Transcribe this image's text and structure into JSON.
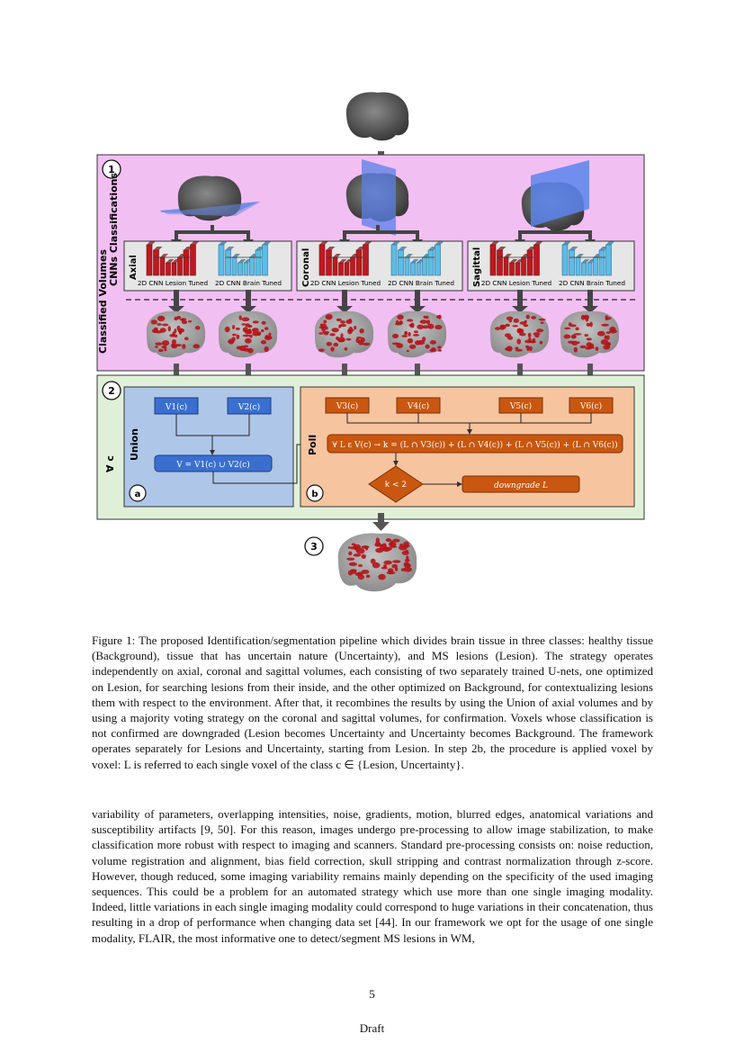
{
  "figure": {
    "step_labels": [
      "1",
      "2",
      "3"
    ],
    "section1": {
      "vertical_labels": [
        "CNNs Classifications",
        "Classified Volumes"
      ],
      "views": [
        {
          "name": "Axial",
          "cnn_lesion": "2D CNN Lesion Tuned",
          "cnn_brain": "2D CNN Brain Tuned"
        },
        {
          "name": "Coronal",
          "cnn_lesion": "2D CNN Lesion Tuned",
          "cnn_brain": "2D CNN Brain Tuned"
        },
        {
          "name": "Sagittal",
          "cnn_lesion": "2D CNN Lesion Tuned",
          "cnn_brain": "2D CNN Brain Tuned"
        }
      ]
    },
    "section2": {
      "forall_label": "∀ c",
      "union": {
        "title": "Union",
        "corner": "a",
        "v1": "V1(c)",
        "v2": "V2(c)",
        "formula": "V = V1(c) ∪ V2(c)"
      },
      "poll": {
        "title": "Poll",
        "corner": "b",
        "v3": "V3(c)",
        "v4": "V4(c)",
        "v5": "V5(c)",
        "v6": "V6(c)",
        "formula": "∀ L ε V(c)  → k = (L ∩ V3(c)) + (L ∩ V4(c)) + (L ∩ V5(c)) + (L ∩ V6(c))",
        "decision": "k < 2",
        "action": "downgrade L"
      }
    }
  },
  "caption": "Figure 1:   The proposed Identification/segmentation pipeline which divides brain tissue in three classes: healthy tissue (Background), tissue that has uncertain nature (Uncertainty), and MS lesions (Lesion). The strategy operates independently on axial, coronal and sagittal volumes, each consisting of two separately trained U-nets, one optimized on Lesion, for searching lesions from their inside, and the other optimized on Background, for contextualizing lesions them with respect to the environment. After that, it recombines the results by using the Union of axial volumes and by using a majority voting strategy on the coronal and sagittal volumes, for confirmation.  Voxels whose classification is not confirmed are downgraded (Lesion becomes Uncertainty and Uncertainty becomes Background.  The framework operates separately for Lesions and Uncertainty, starting from Lesion.  In step 2b, the procedure is applied voxel by voxel: L is referred to each single voxel of the class c ∈ {Lesion, Uncertainty}.",
  "body": "variability of parameters, overlapping intensities, noise, gradients, motion, blurred edges, anatomical variations and susceptibility artifacts [9, 50].  For this reason, images undergo pre-processing to allow image stabilization, to make classification more robust with respect to imaging and scanners. Standard pre-processing consists on:  noise reduction, volume registration and alignment, bias field correction, skull stripping and contrast normalization through z-score.  However, though reduced, some imaging variability remains mainly depending on the specificity of the used imaging sequences.  This could be a problem for an automated strategy which use more than one single imaging modality.  Indeed, little variations in each single imaging modality could correspond to huge variations in their concatenation, thus resulting in a drop of performance when changing data set [44].  In our framework we opt for the usage of one single modality, FLAIR, the most informative one to detect/segment MS lesions in WM,",
  "page_number": "5",
  "footer": "Draft",
  "colors": {
    "section1_bg": "#f2bff2",
    "section2_bg": "#e0f0d8",
    "union_bg": "#aec6e8",
    "poll_bg": "#f7c4a0",
    "union_box": "#3a6fd0",
    "poll_box": "#c9570f",
    "cnn_red": "#c01820",
    "cnn_blue": "#5bbde8"
  }
}
